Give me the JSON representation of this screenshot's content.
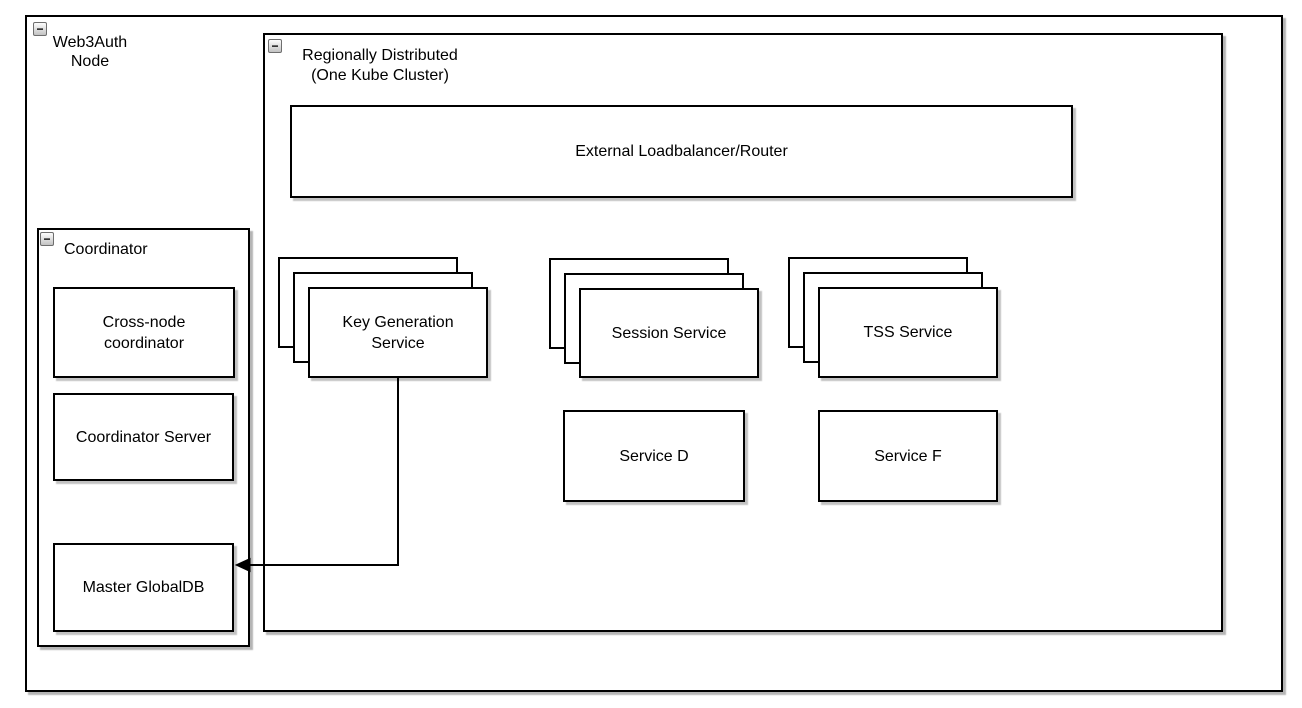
{
  "diagram": {
    "kind": "architecture-diagram",
    "colors": {
      "stroke": "#000000",
      "canvas": "#ffffff",
      "shadow": "#787878",
      "collapse_fill": "#c3c3c3"
    },
    "icons": {
      "collapse_glyph": "−"
    },
    "containers": {
      "web3auth_node": {
        "label": [
          "Web3Auth",
          "Node"
        ],
        "collapsed": false
      },
      "regionally_distributed": {
        "label": [
          "Regionally Distributed",
          "(One Kube Cluster)"
        ],
        "collapsed": false
      },
      "coordinator": {
        "label": "Coordinator",
        "collapsed": false
      }
    },
    "nodes": {
      "external_lb": {
        "label": "External Loadbalancer/Router"
      },
      "key_generation": {
        "label": [
          "Key Generation",
          "Service"
        ],
        "stack_replicas": 3
      },
      "session_service": {
        "label": "Session Service",
        "stack_replicas": 3
      },
      "tss_service": {
        "label": "TSS Service",
        "stack_replicas": 3
      },
      "service_d": {
        "label": "Service D"
      },
      "service_f": {
        "label": "Service F"
      },
      "cross_node_coordinator": {
        "label": [
          "Cross-node",
          "coordinator"
        ]
      },
      "coordinator_server": {
        "label": "Coordinator Server"
      },
      "master_globaldb": {
        "label": "Master GlobalDB"
      }
    },
    "edges": [
      {
        "from": "key_generation",
        "to": "master_globaldb",
        "style": "orthogonal",
        "arrowhead": "filled-left"
      }
    ]
  }
}
